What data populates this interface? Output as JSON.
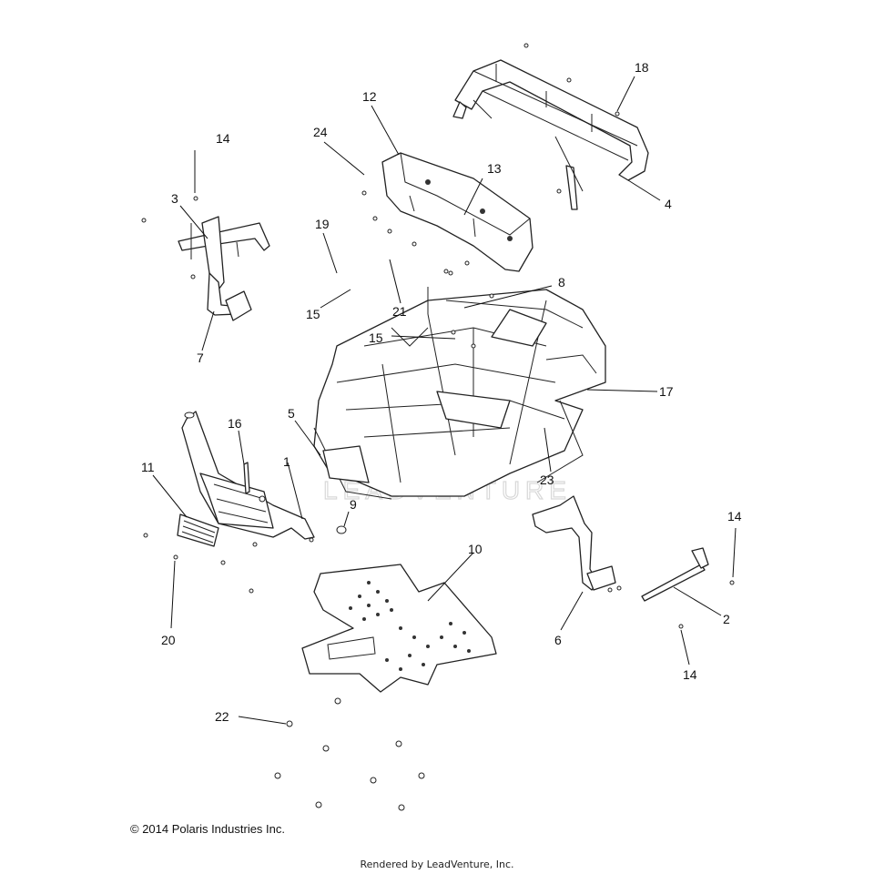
{
  "copyright": "© 2014 Polaris Industries Inc.",
  "rendered_by": "Rendered by LeadVenture, Inc.",
  "watermark": "LEADVENTURE",
  "callouts": [
    {
      "id": "c18",
      "label": "18"
    },
    {
      "id": "c12",
      "label": "12"
    },
    {
      "id": "c24",
      "label": "24"
    },
    {
      "id": "c13",
      "label": "13"
    },
    {
      "id": "c4",
      "label": "4"
    },
    {
      "id": "c14a",
      "label": "14"
    },
    {
      "id": "c3",
      "label": "3"
    },
    {
      "id": "c19",
      "label": "19"
    },
    {
      "id": "c15a",
      "label": "15"
    },
    {
      "id": "c21",
      "label": "21"
    },
    {
      "id": "c8",
      "label": "8"
    },
    {
      "id": "c7",
      "label": "7"
    },
    {
      "id": "c15b",
      "label": "15"
    },
    {
      "id": "c17",
      "label": "17"
    },
    {
      "id": "c5",
      "label": "5"
    },
    {
      "id": "c16",
      "label": "16"
    },
    {
      "id": "c1",
      "label": "1"
    },
    {
      "id": "c11",
      "label": "11"
    },
    {
      "id": "c23",
      "label": "23"
    },
    {
      "id": "c9",
      "label": "9"
    },
    {
      "id": "c14b",
      "label": "14"
    },
    {
      "id": "c10",
      "label": "10"
    },
    {
      "id": "c2",
      "label": "2"
    },
    {
      "id": "c20",
      "label": "20"
    },
    {
      "id": "c6",
      "label": "6"
    },
    {
      "id": "c14c",
      "label": "14"
    },
    {
      "id": "c22",
      "label": "22"
    }
  ]
}
